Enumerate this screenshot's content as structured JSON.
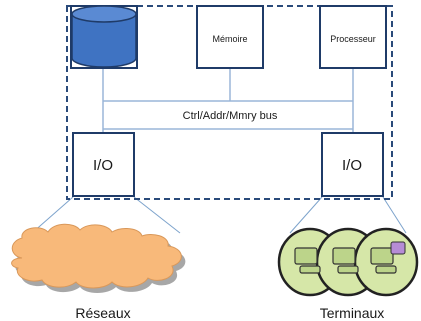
{
  "labels": {
    "memoire": "Mémoire",
    "processeur": "Processeur",
    "bus": "Ctrl/Addr/Mmry bus",
    "io_left": "I/O",
    "io_right": "I/O",
    "reseaux": "Réseaux",
    "terminaux": "Terminaux"
  },
  "colors": {
    "box_border": "#1f3b68",
    "dashed_border": "#2a4a7a",
    "bus_line": "#9ab6d8",
    "disk_fill": "#3f73c2",
    "cloud_fill": "#f8b97a",
    "cloud_shadow": "#8a8a8a",
    "terminal_fill": "#d6e7a8",
    "projection_line": "#7da3cc"
  },
  "icons": {
    "disk": "disk-drive-icon",
    "cloud": "network-cloud-icon",
    "terminals": "terminal-computers-icon"
  }
}
